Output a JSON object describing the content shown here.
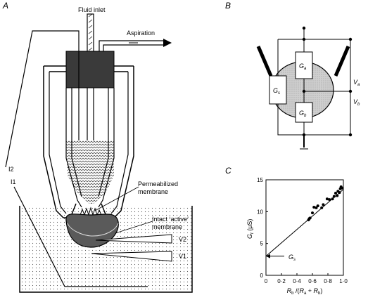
{
  "panel_a": {
    "letter": "A",
    "fluid_inlet": "Fluid inlet",
    "aspiration": "Aspiration",
    "i2": "I2",
    "i1": "I1",
    "permeabilized_1": "Permeabilized",
    "permeabilized_2": "membrane",
    "intact_1": "Intact ‘active’",
    "intact_2": "membrane",
    "v2": "V2",
    "v1": "V1"
  },
  "panel_b": {
    "letter": "B",
    "ga_main": "G",
    "ga_sub": "a",
    "gs_main": "G",
    "gs_sub": "s",
    "gb_main": "G",
    "gb_sub": "b",
    "va_main": "V",
    "va_sub": "a",
    "vb_main": "V",
    "vb_sub": "b"
  },
  "panel_c": {
    "letter": "C",
    "gs_main": "G",
    "gs_sub": "s"
  },
  "chart_data": {
    "type": "scatter",
    "ylabel_main": "G",
    "ylabel_sub": "t",
    "ylabel_unit": " (μS)",
    "xlabel": [
      "R",
      "b",
      " /(",
      "R",
      "a",
      " + ",
      "R",
      "b",
      ")"
    ],
    "x_ticks": [
      "0",
      "0·2",
      "0·4",
      "0·6",
      "0·8",
      "1·0"
    ],
    "x_tick_values": [
      0,
      0.2,
      0.4,
      0.6,
      0.8,
      1.0
    ],
    "y_ticks": [
      "0",
      "5",
      "10",
      "15"
    ],
    "y_tick_values": [
      0,
      5,
      10,
      15
    ],
    "xlim": [
      0,
      1.0
    ],
    "ylim": [
      0,
      15
    ],
    "points": [
      {
        "x": 0.55,
        "y": 8.7
      },
      {
        "x": 0.56,
        "y": 8.9
      },
      {
        "x": 0.57,
        "y": 9.0
      },
      {
        "x": 0.6,
        "y": 9.8
      },
      {
        "x": 0.62,
        "y": 10.7
      },
      {
        "x": 0.65,
        "y": 10.6
      },
      {
        "x": 0.67,
        "y": 10.9
      },
      {
        "x": 0.72,
        "y": 10.6
      },
      {
        "x": 0.74,
        "y": 11.1
      },
      {
        "x": 0.79,
        "y": 12.0
      },
      {
        "x": 0.82,
        "y": 11.9
      },
      {
        "x": 0.86,
        "y": 12.0
      },
      {
        "x": 0.88,
        "y": 12.4
      },
      {
        "x": 0.9,
        "y": 12.9
      },
      {
        "x": 0.92,
        "y": 12.5
      },
      {
        "x": 0.93,
        "y": 13.2
      },
      {
        "x": 0.95,
        "y": 13.0
      },
      {
        "x": 0.96,
        "y": 13.6
      },
      {
        "x": 0.97,
        "y": 13.9
      },
      {
        "x": 0.98,
        "y": 13.7
      }
    ],
    "fit_line": {
      "x": [
        0,
        1.0
      ],
      "y": [
        3.0,
        13.5
      ]
    },
    "intercept_marker": {
      "x": 0,
      "y": 3.0
    }
  }
}
